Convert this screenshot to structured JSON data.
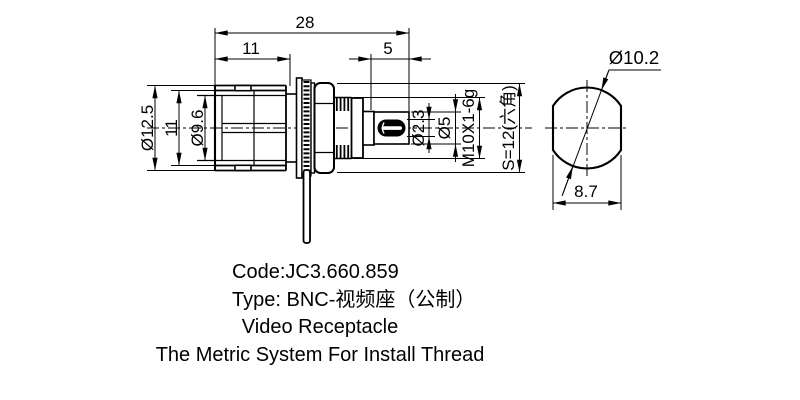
{
  "colors": {
    "ink": "#000000",
    "paper": "#ffffff"
  },
  "side_view": {
    "dim_total_length": "28",
    "dim_front_length": "11",
    "dim_pin_length": "5",
    "dim_outer_diameter": "Ø12.5",
    "dim_shell_diameter": "11",
    "dim_bore_diameter": "Ø9.6",
    "dim_slot_diameter": "Ø2.3",
    "dim_pin_diameter": "Ø5",
    "dim_thread_spec": "M10X1-6g",
    "dim_hex_size": "S=12(六角)"
  },
  "front_view": {
    "dim_body_diameter": "Ø10.2",
    "dim_across_flats": "8.7"
  },
  "caption": {
    "code": "Code:JC3.660.859",
    "type": "Type: BNC-视频座（公制）",
    "name": "Video Receptacle",
    "note": "The Metric System For Install Thread"
  }
}
